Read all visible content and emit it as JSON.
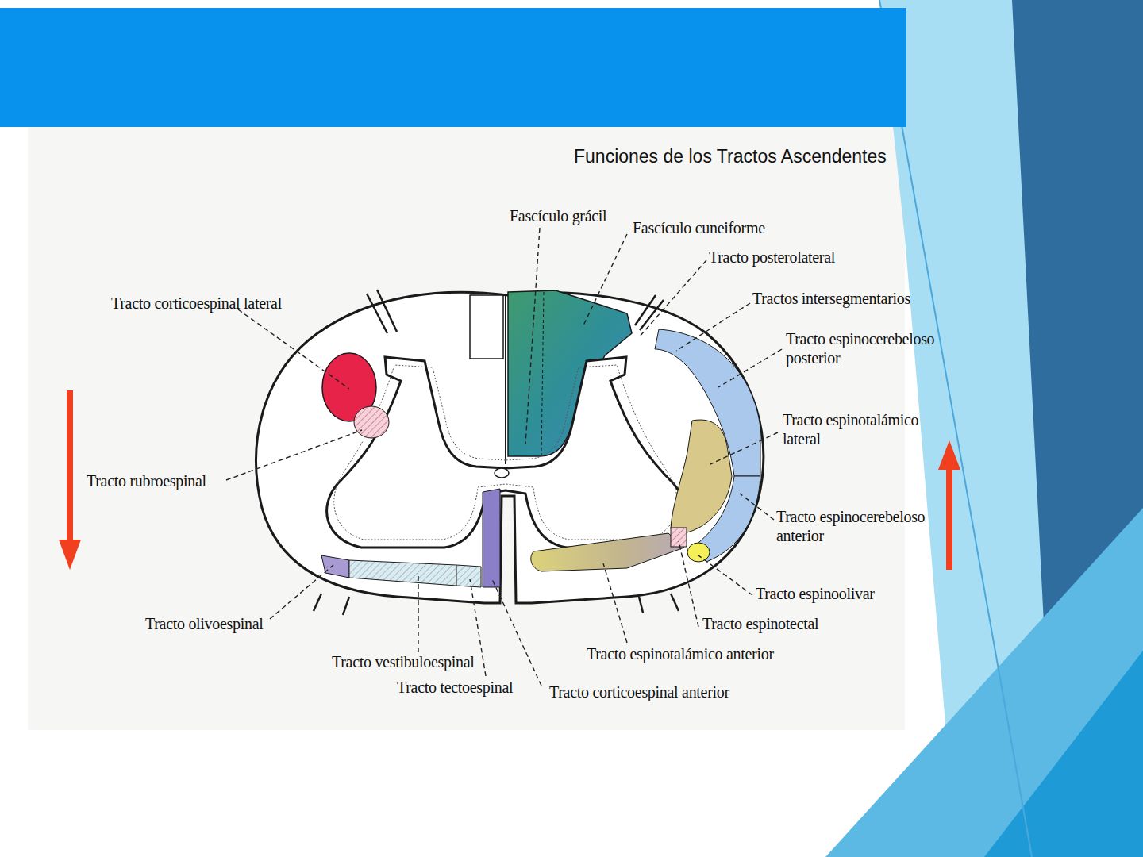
{
  "diagram": {
    "title": "Funciones de los Tractos Ascendentes",
    "labels": [
      "Fascículo grácil",
      "Fascículo cuneiforme",
      "Tracto posterolateral",
      "Tracto corticoespinal lateral",
      "Tractos intersegmentarios",
      "Tracto espinocerebeloso posterior",
      "Tracto espinotalámico lateral",
      "Tracto rubroespinal",
      "Tracto espinocerebeloso anterior",
      "Tracto espinoolivar",
      "Tracto olivoespinal",
      "Tracto espinotectal",
      "Tracto vestibuloespinal",
      "Tracto espinotalámico anterior",
      "Tracto tectoespinal",
      "Tracto corticoespinal anterior"
    ]
  }
}
